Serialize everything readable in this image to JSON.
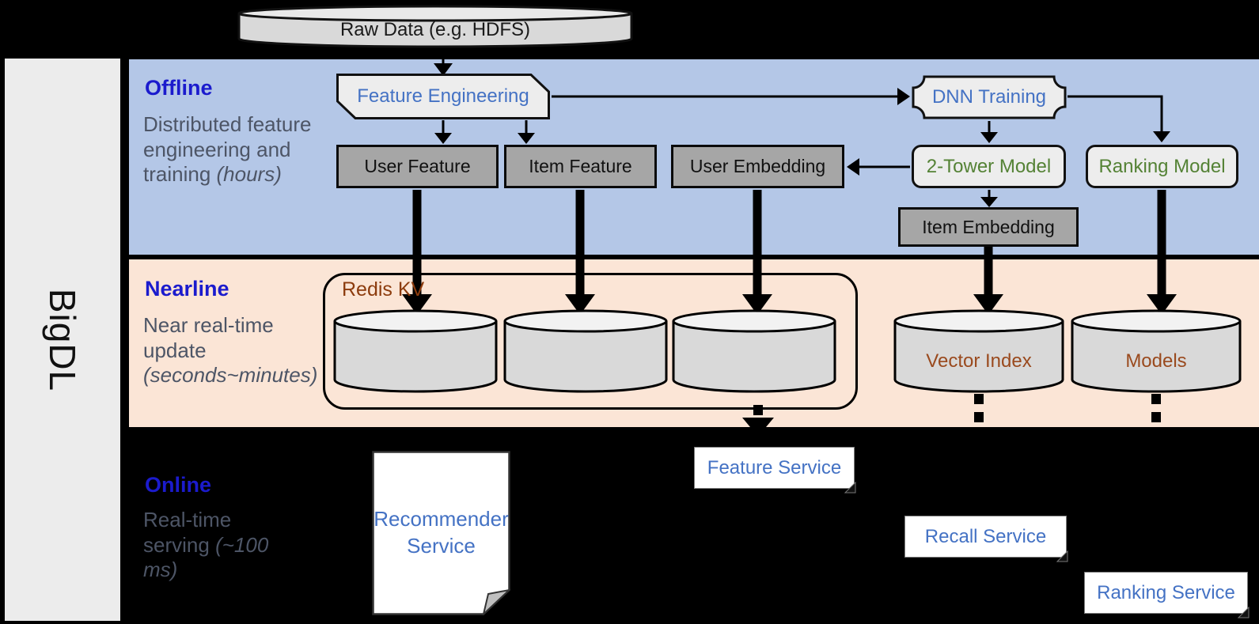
{
  "brand": "BigDL",
  "raw_data_label": "Raw Data (e.g. HDFS)",
  "sections": {
    "offline": {
      "label": "Offline",
      "desc": "Distributed feature engineering and training",
      "desc_note": "(hours)"
    },
    "nearline": {
      "label": "Nearline",
      "desc": "Near real-time update",
      "desc_note": "(seconds~minutes)"
    },
    "online": {
      "label": "Online",
      "desc": "Real-time serving",
      "desc_note": "(~100 ms)"
    }
  },
  "nodes": {
    "feature_engineering": "Feature Engineering",
    "dnn_training": "DNN Training",
    "user_feature": "User Feature",
    "item_feature": "Item Feature",
    "user_embedding": "User Embedding",
    "two_tower_model": "2-Tower Model",
    "ranking_model": "Ranking Model",
    "item_embedding": "Item Embedding",
    "redis_kv": "Redis KV",
    "vector_index": "Vector Index",
    "models": "Models",
    "recommender_service": "Recommender Service",
    "feature_service": "Feature Service",
    "recall_service": "Recall Service",
    "ranking_service": "Ranking Service"
  },
  "colors": {
    "offline_bg": "#B4C7E7",
    "nearline_bg": "#FBE5D6",
    "online_bg": "#000000",
    "section_label_blue": "#1B1BCD",
    "section_desc_gray": "#4D5566",
    "service_text_blue": "#4472C4",
    "model_text_green": "#548235",
    "redis_text_brown": "#8C3B0D",
    "storage_text_brown": "#9A4A1E",
    "gray_box_bg": "#A6A6A6",
    "light_node_bg": "#EDEDED",
    "cylinder_body": "#D9D9D9",
    "cylinder_top": "#F2F2F2",
    "sidebar_bg": "#ECECEC"
  }
}
